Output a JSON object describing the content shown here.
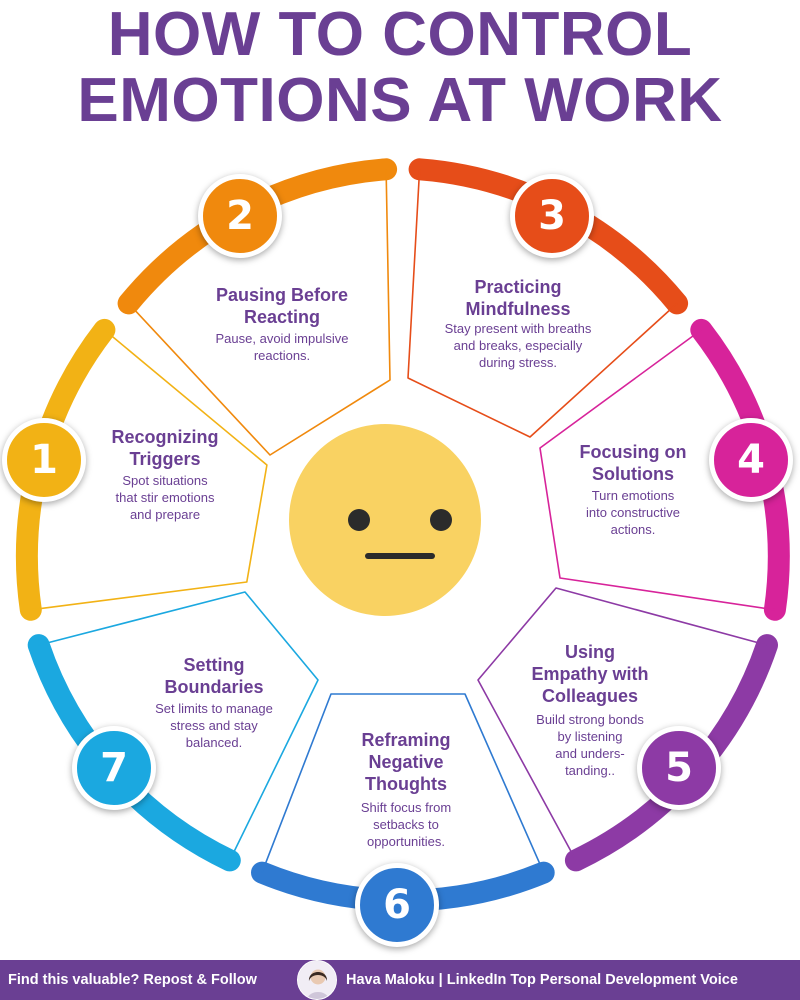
{
  "title": {
    "line1": "HOW TO CONTROL",
    "line2": "EMOTIONS AT WORK"
  },
  "colors": {
    "title": "#6a3f93",
    "face": "#f9d262",
    "footer_bg": "#6a3f93",
    "seg1": "#f2b215",
    "seg2": "#f0890d",
    "seg3": "#e64d19",
    "seg4": "#d7239a",
    "seg5": "#8d3aa5",
    "seg6": "#2f7ad1",
    "seg7": "#1ba8e0"
  },
  "center_icon": "neutral-face-icon",
  "segments": [
    {
      "number": "1",
      "title": [
        "Recognizing",
        "Triggers"
      ],
      "desc": [
        "Spot situations",
        "that stir emotions",
        "and prepare"
      ]
    },
    {
      "number": "2",
      "title": [
        "Pausing Before",
        "Reacting"
      ],
      "desc": [
        "Pause, avoid impulsive",
        "reactions."
      ]
    },
    {
      "number": "3",
      "title": [
        "Practicing",
        "Mindfulness"
      ],
      "desc": [
        "Stay present with breaths",
        "and breaks, especially",
        "during stress."
      ]
    },
    {
      "number": "4",
      "title": [
        "Focusing on",
        "Solutions"
      ],
      "desc": [
        "Turn emotions",
        "into constructive",
        "actions."
      ]
    },
    {
      "number": "5",
      "title": [
        "Using",
        "Empathy with",
        "Colleagues"
      ],
      "desc": [
        "Build strong bonds",
        "by listening",
        "and unders-",
        "tanding.."
      ]
    },
    {
      "number": "6",
      "title": [
        "Reframing",
        "Negative",
        "Thoughts"
      ],
      "desc": [
        "Shift focus from",
        "setbacks to",
        "opportunities."
      ]
    },
    {
      "number": "7",
      "title": [
        "Setting",
        "Boundaries"
      ],
      "desc": [
        "Set limits to manage",
        "stress and stay",
        "balanced."
      ]
    }
  ],
  "footer": {
    "left": "Find this valuable? Repost & Follow",
    "right": "Hava Maloku | LinkedIn Top Personal Development Voice"
  }
}
